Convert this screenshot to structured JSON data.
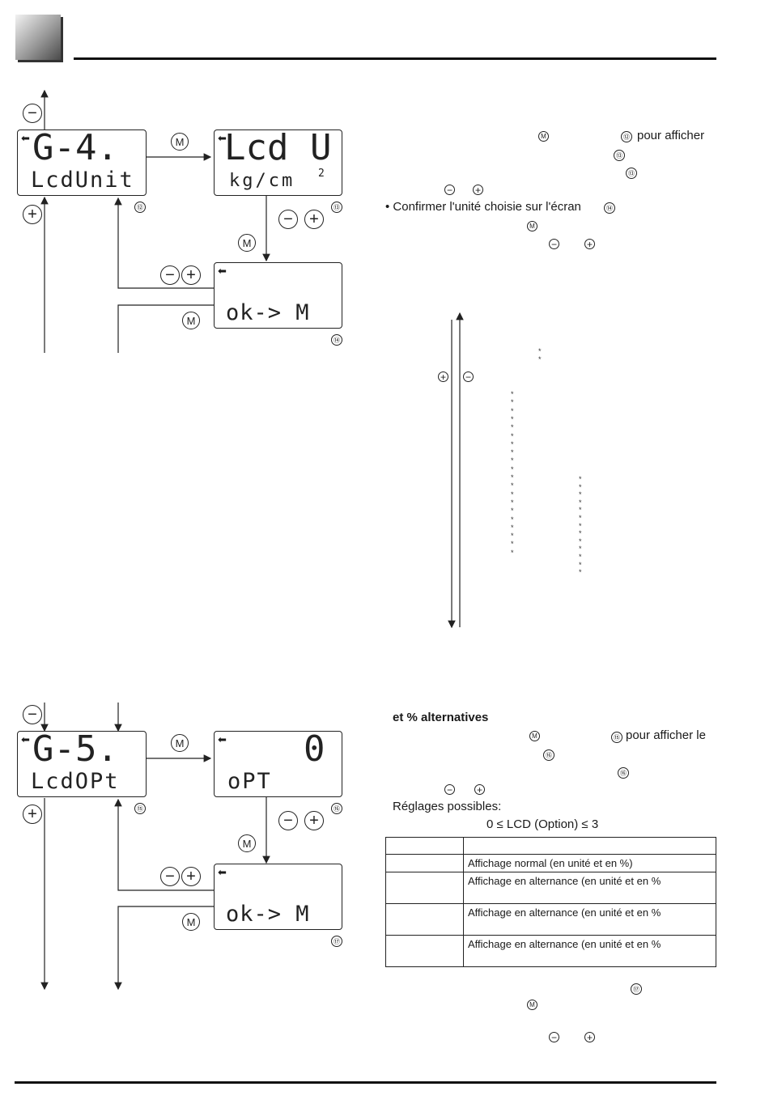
{
  "diagram1": {
    "lcd12": {
      "line1": "G-4.",
      "line2": "LcdUnit",
      "num": "⑫"
    },
    "lcd13": {
      "line1": "Lcd U",
      "line2": "kg/cm",
      "sup": "2",
      "num": "⑬"
    },
    "lcd14": {
      "line2": "ok-> M",
      "num": "⑭"
    }
  },
  "diagram2": {
    "lcd15": {
      "line1": "G-5.",
      "line2": "LcdOPt",
      "num": "⑮"
    },
    "lcd16": {
      "line1": "0",
      "line2": "oPT",
      "num": "⑯"
    },
    "lcd17": {
      "line2": "ok-> M",
      "num": "⑰"
    }
  },
  "keys": {
    "m": "M",
    "minus": "−",
    "plus": "+"
  },
  "text1": {
    "l1": "pour afficher",
    "l1num": "⑫",
    "l2num": "⑬",
    "l3num": "⑬",
    "confirm": "• Confirmer l'unité choisie sur l'écran",
    "confirmnum": "⑭"
  },
  "asterisk": "*",
  "text2": {
    "heading": "et % alternatives",
    "l1": "pour afficher le",
    "l1num": "⑮",
    "l2num": "⑯",
    "l3num": "⑯",
    "settings": "Réglages possibles:",
    "range": "0 ≤ LCD (Option) ≤ 3",
    "bottomnum": "⑰"
  },
  "table": {
    "rows": [
      {
        "c1": "",
        "c2": ""
      },
      {
        "c1": "",
        "c2": "Affichage normal (en unité et en %)"
      },
      {
        "c1": "",
        "c2": "Affichage en alternance (en unité et en %"
      },
      {
        "c1": "",
        "c2": "Affichage en alternance (en unité et en %"
      },
      {
        "c1": "",
        "c2": "Affichage en alternance (en unité et en %"
      }
    ]
  }
}
